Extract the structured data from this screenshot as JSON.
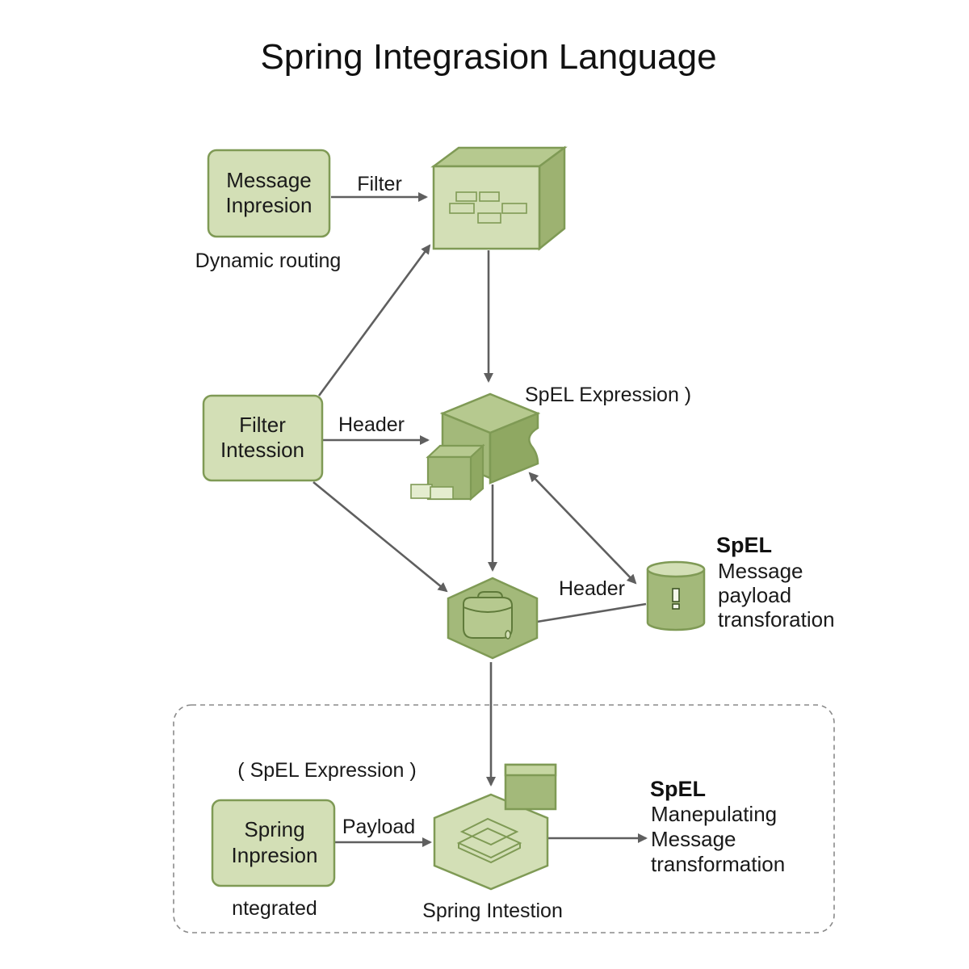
{
  "title": "Spring Integrasion Language",
  "colors": {
    "node_fill": "#d3dfb6",
    "node_fill_dark": "#a3b97a",
    "node_stroke": "#7f9a55",
    "arrow": "#5f5f5f",
    "group_border": "#8a8a8a"
  },
  "nodes": {
    "message_inpresion": {
      "line1": "Message",
      "line2": "Inpresion",
      "caption": "Dynamic routing"
    },
    "filter_intession": {
      "line1": "Filter",
      "line2": "Intession"
    },
    "spring_inpresion": {
      "line1": "Spring",
      "line2": "Inpresion",
      "caption": "ntegrated"
    },
    "top_cube": {
      "icon": "cube-icon"
    },
    "mid_block": {
      "icon": "puzzle-block-icon",
      "caption": "SpEL Expression )"
    },
    "hex_transform": {
      "icon": "hexagon-box-icon"
    },
    "database": {
      "icon": "database-icon"
    },
    "bottom_hex": {
      "icon": "hexagon-layers-icon",
      "caption": "Spring Intestion"
    }
  },
  "edges": {
    "filter": "Filter",
    "header_1": "Header",
    "header_2": "Header",
    "payload": "Payload"
  },
  "notes": {
    "right_mid": {
      "head": "SpEL",
      "line1": "Message",
      "line2": "payload",
      "line3": "transforation"
    },
    "right_bottom": {
      "head": "SpEL",
      "line1": "Manepulating",
      "line2": "Message",
      "line3": "transformation"
    }
  },
  "group": {
    "caption": "( SpEL Expression )"
  }
}
